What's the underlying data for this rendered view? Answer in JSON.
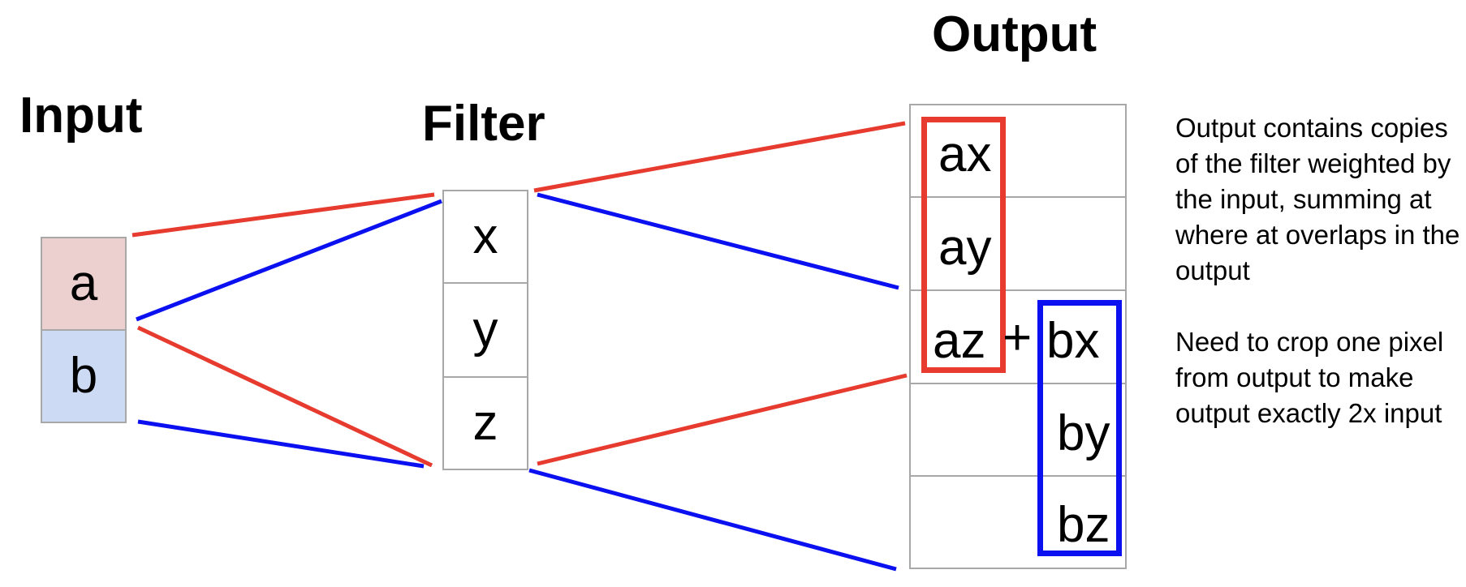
{
  "headings": {
    "input": "Input",
    "filter": "Filter",
    "output": "Output"
  },
  "input_cells": [
    "a",
    "b"
  ],
  "filter_cells": [
    "x",
    "y",
    "z"
  ],
  "output_cells": {
    "ax": "ax",
    "ay": "ay",
    "az": "az",
    "plus": "+",
    "bx": "bx",
    "by": "by",
    "bz": "bz"
  },
  "notes": [
    "Output contains copies of the filter weighted by the input, summing at where at overlaps in the output",
    "Need to crop one pixel from output to make output exactly 2x input"
  ],
  "colors": {
    "a_fill": "#ecd0cf",
    "b_fill": "#cddaf3",
    "red": "#e63b2e",
    "blue": "#0a10f0",
    "grid": "#a8a8a8"
  }
}
